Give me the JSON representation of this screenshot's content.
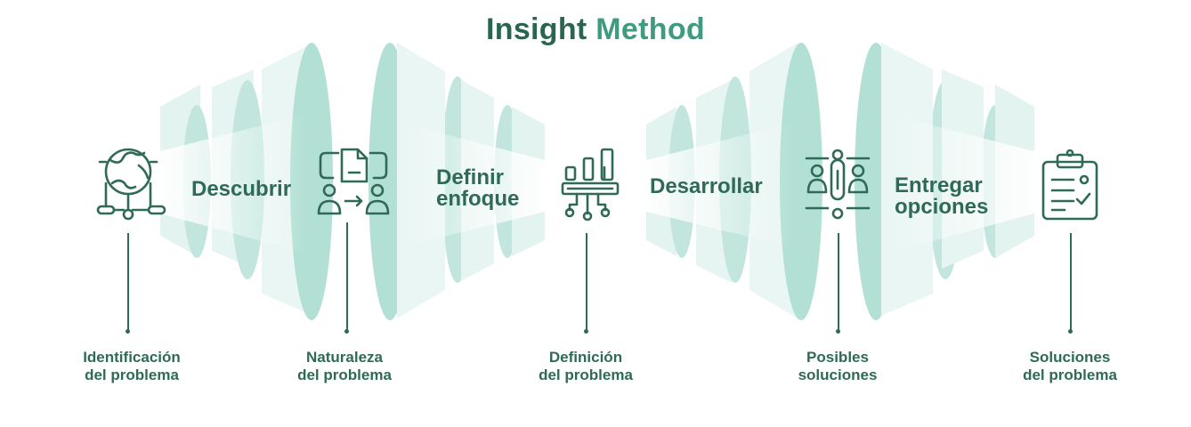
{
  "title": {
    "word1": "Insight",
    "word2": "Method"
  },
  "phases": [
    {
      "text": "Descubrir"
    },
    {
      "line1": "Definir",
      "line2": "enfoque"
    },
    {
      "text": "Desarrollar"
    },
    {
      "line1": "Entregar",
      "line2": "opciones"
    }
  ],
  "milestones": [
    {
      "line1": "Identificación",
      "line2": "del problema",
      "icon": "globe-network-icon"
    },
    {
      "line1": "Naturaleza",
      "line2": "del problema",
      "icon": "document-transfer-icon"
    },
    {
      "line1": "Definición",
      "line2": "del problema",
      "icon": "chart-analysis-icon"
    },
    {
      "line1": "Posibles",
      "line2": "soluciones",
      "icon": "team-idea-icon"
    },
    {
      "line1": "Soluciones",
      "line2": "del problema",
      "icon": "clipboard-checklist-icon"
    }
  ],
  "colors": {
    "dark_green": "#2f6a57",
    "accent_green": "#3f9b80",
    "lens_fill": "#a8dbd0"
  }
}
